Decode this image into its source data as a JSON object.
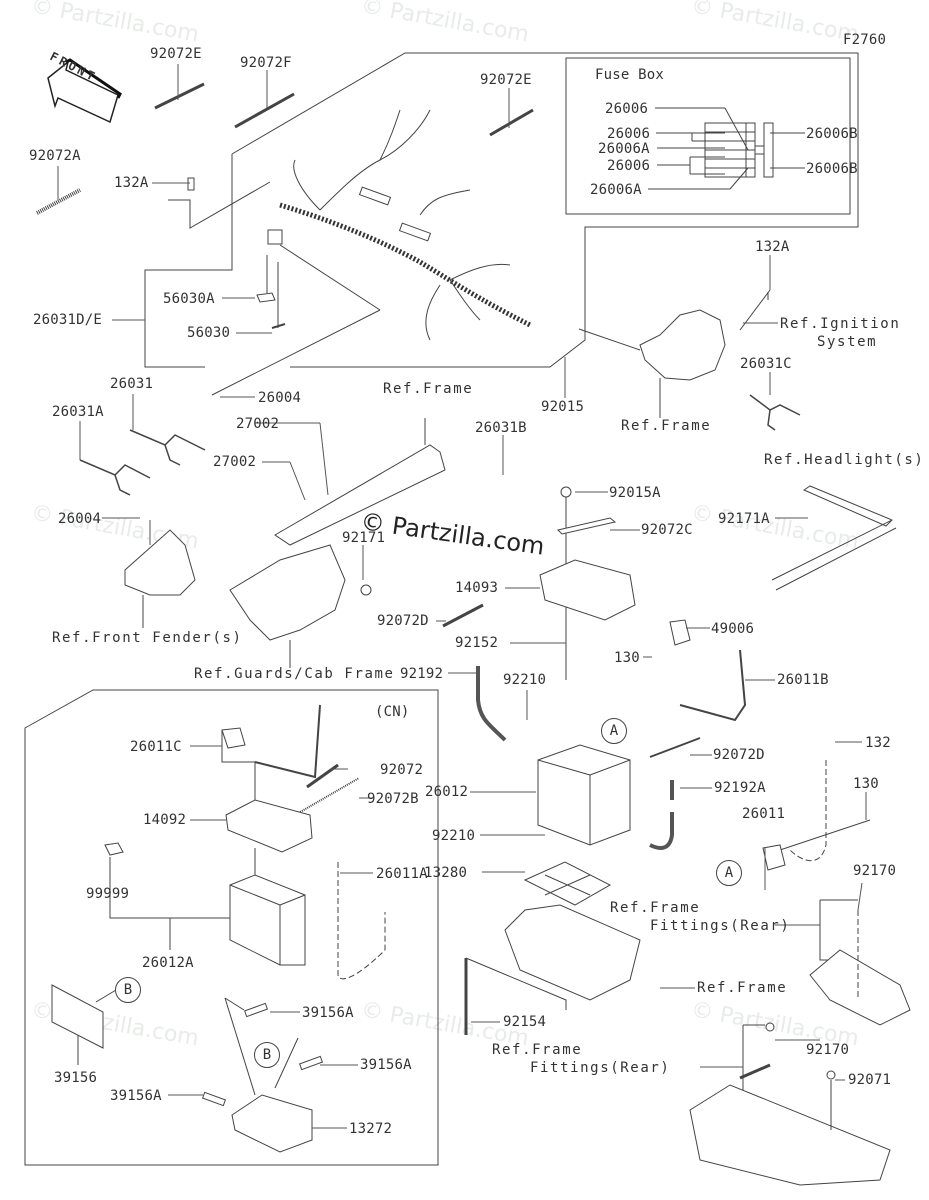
{
  "diagram": {
    "code": "F2760",
    "orientation_label": "FRONT",
    "watermark": "© Partzilla.com",
    "fuse_box": {
      "title": "Fuse Box",
      "parts": [
        "26006",
        "26006",
        "26006A",
        "26006",
        "26006A",
        "26006B",
        "26006B"
      ]
    },
    "harness_group": {
      "parts": [
        "92072E",
        "92072F",
        "92072E",
        "92072A",
        "132A",
        "56030A",
        "56030",
        "26031D/E",
        "92015"
      ]
    },
    "left_parts": [
      "26031",
      "26031A",
      "26004",
      "27002",
      "27002",
      "26004"
    ],
    "references": {
      "frame_1": "Ref.Frame",
      "frame_2": "Ref.Frame",
      "frame_3": "Ref.Frame",
      "ignition_1": "Ref.Ignition",
      "ignition_2": "System",
      "headlights": "Ref.Headlight(s)",
      "front_fender": "Ref.Front Fender(s)",
      "guards": "Ref.Guards/Cab Frame",
      "frame_fittings_1a": "Ref.Frame",
      "frame_fittings_1b": "Fittings(Rear)",
      "frame_fittings_2a": "Ref.Frame",
      "frame_fittings_2b": "Fittings(Rear)"
    },
    "right_parts": [
      "132A",
      "26031C",
      "26031B",
      "92015A",
      "92072C",
      "92171A",
      "92171"
    ],
    "battery_parts": [
      "14093",
      "92072D",
      "92152",
      "92192",
      "130",
      "49006",
      "26011B",
      "92210",
      "92072D",
      "26012",
      "92192A",
      "92210",
      "13280",
      "132",
      "130",
      "26011",
      "92170",
      "92154",
      "92170",
      "92071"
    ],
    "callouts": [
      "A",
      "A",
      "B",
      "B"
    ],
    "cn_box": {
      "title": "(CN)",
      "parts": [
        "26011C",
        "92072",
        "92072B",
        "14092",
        "99999",
        "26011A",
        "26012A",
        "39156",
        "39156A",
        "39156A",
        "39156A",
        "13272"
      ]
    }
  }
}
